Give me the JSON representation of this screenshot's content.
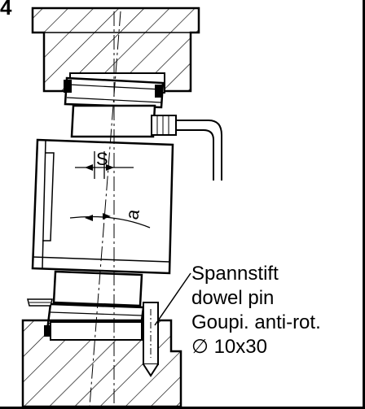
{
  "figure": {
    "number": "4"
  },
  "labels": {
    "s": "S",
    "a": "a"
  },
  "callout": {
    "line1": "Spannstift",
    "line2": "dowel pin",
    "line3": "Goupi. anti-rot.",
    "line4": "∅ 10x30"
  },
  "colors": {
    "line": "#000000",
    "background": "#ffffff"
  }
}
